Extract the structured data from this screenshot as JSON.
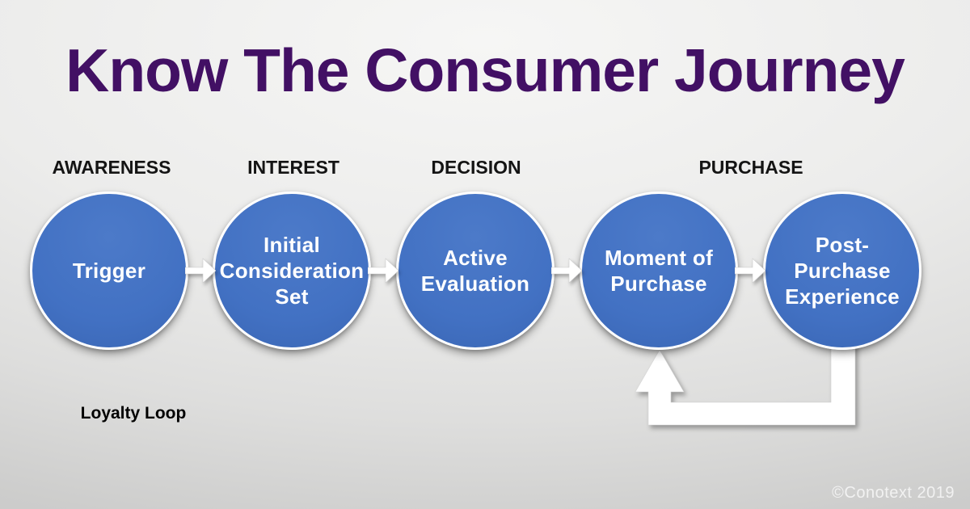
{
  "title": "Know The Consumer Journey",
  "stages": [
    {
      "label": "AWARENESS"
    },
    {
      "label": "INTEREST"
    },
    {
      "label": "DECISION"
    },
    {
      "label": "PURCHASE"
    }
  ],
  "steps": [
    {
      "name": "trigger",
      "text": "Trigger"
    },
    {
      "name": "initial-consideration-set",
      "text": "Initial\nConsideration\nSet"
    },
    {
      "name": "active-evaluation",
      "text": "Active\nEvaluation"
    },
    {
      "name": "moment-of-purchase",
      "text": "Moment of\nPurchase"
    },
    {
      "name": "post-purchase-experience",
      "text": "Post-\nPurchase\nExperience"
    }
  ],
  "loyalty_loop": {
    "label": "Loyalty Loop"
  },
  "copyright": "©Conotext 2019",
  "colors": {
    "title": "#421064",
    "stage_label": "#141414",
    "circle_fill": "#4271c3",
    "circle_border": "#ffffff",
    "arrow_fill": "#ffffff",
    "circle_text": "#ffffff",
    "loop_label": "#000000"
  }
}
